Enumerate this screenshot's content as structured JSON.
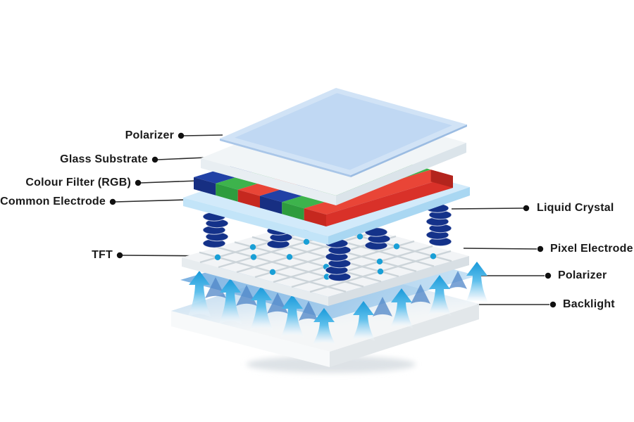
{
  "diagram": {
    "type": "exploded-lcd-panel-structure",
    "left_labels": [
      "Polarizer",
      "Glass Substrate",
      "Colour Filter (RGB)",
      "Common Electrode",
      "TFT"
    ],
    "right_labels": [
      "Liquid Crystal",
      "Pixel Electrode",
      "Polarizer",
      "Backlight"
    ],
    "layers_top_to_bottom": [
      "Polarizer",
      "Glass Substrate",
      "Colour Filter (RGB)",
      "Common Electrode",
      "Liquid Crystal",
      "TFT / Pixel Electrode",
      "Polarizer",
      "Backlight"
    ],
    "colour_filter_sequence": [
      "blue",
      "green",
      "red",
      "blue",
      "green",
      "red"
    ],
    "liquid_crystal_spring_count": 5,
    "colors": {
      "label_text": "#1a1a1a",
      "leader_line": "#2a2a2a",
      "top_polarizer": "#cfe2f6",
      "glass_substrate": "#f1f5f7",
      "filter_blue": "#2141a6",
      "filter_green": "#3db34c",
      "filter_red": "#e94537",
      "common_electrode": "#d2eafa",
      "spring_navy": "#14328a",
      "pixel_grid": "#f2f4f6",
      "grid_dot_blue": "#199fd6",
      "film_blue": "#6ea9de",
      "arrow_blue": "#1899da",
      "backlight_white": "#f4f6f7"
    }
  }
}
